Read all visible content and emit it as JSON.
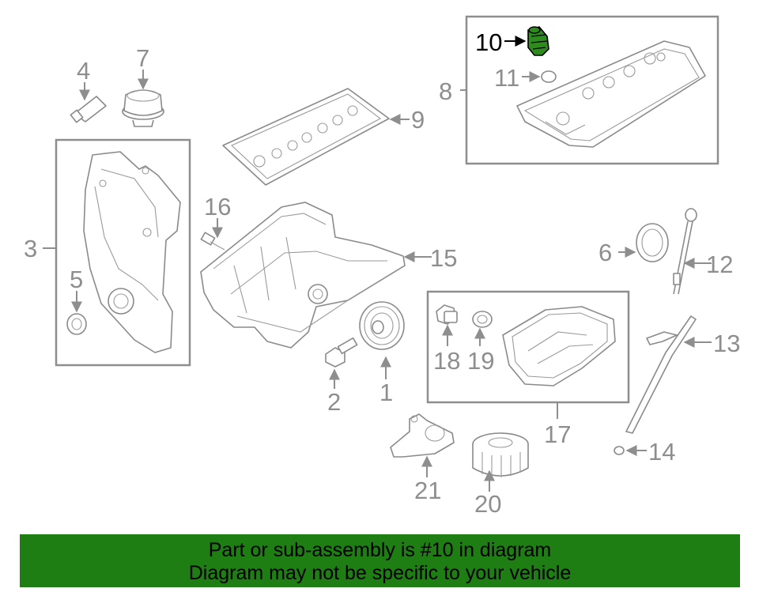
{
  "diagram": {
    "highlighted_part": "10",
    "highlight_color": "#2e8b1e",
    "callouts": {
      "n1": "1",
      "n2": "2",
      "n3": "3",
      "n4": "4",
      "n5": "5",
      "n6": "6",
      "n7": "7",
      "n8": "8",
      "n9": "9",
      "n10": "10",
      "n11": "11",
      "n12": "12",
      "n13": "13",
      "n14": "14",
      "n15": "15",
      "n16": "16",
      "n17": "17",
      "n18": "18",
      "n19": "19",
      "n20": "20",
      "n21": "21"
    }
  },
  "banner": {
    "line1": "Part or sub-assembly is #10 in diagram",
    "line2": "Diagram may not be specific to your vehicle",
    "background": "#1e7d13"
  }
}
